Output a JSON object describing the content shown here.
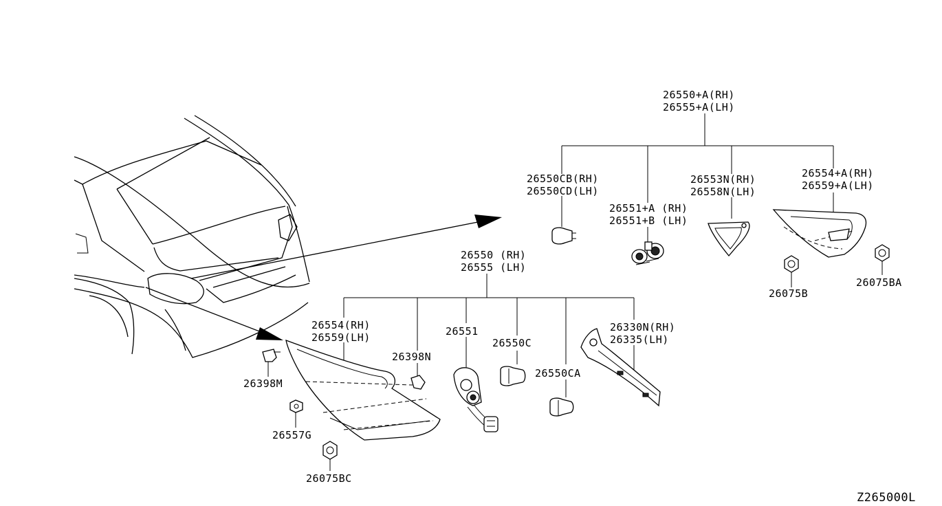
{
  "labels": {
    "assy_a_rh": "26550+A(RH)",
    "assy_a_lh": "26555+A(LH)",
    "bulb_cb_rh": "26550CB(RH)",
    "bulb_cd_lh": "26550CD(LH)",
    "socket_a_rh": "26551+A (RH)",
    "socket_b_lh": "26551+B (LH)",
    "gasket_n_rh": "26553N(RH)",
    "gasket_n_lh": "26558N(LH)",
    "lens_a_rh": "26554+A(RH)",
    "lens_a_lh": "26559+A(LH)",
    "nut_b": "26075B",
    "nut_ba": "26075BA",
    "assy_rh": "26550 (RH)",
    "assy_lh": "26555 (LH)",
    "lens_rh": "26554(RH)",
    "lens_lh": "26559(LH)",
    "clip_n": "26398N",
    "socket": "26551",
    "bulb_c": "26550C",
    "bulb_ca": "26550CA",
    "bracket_rh": "26330N(RH)",
    "bracket_lh": "26335(LH)",
    "clip_m": "26398M",
    "screw_g": "26557G",
    "nut_bc": "26075BC",
    "diagram_code": "Z265000L"
  }
}
